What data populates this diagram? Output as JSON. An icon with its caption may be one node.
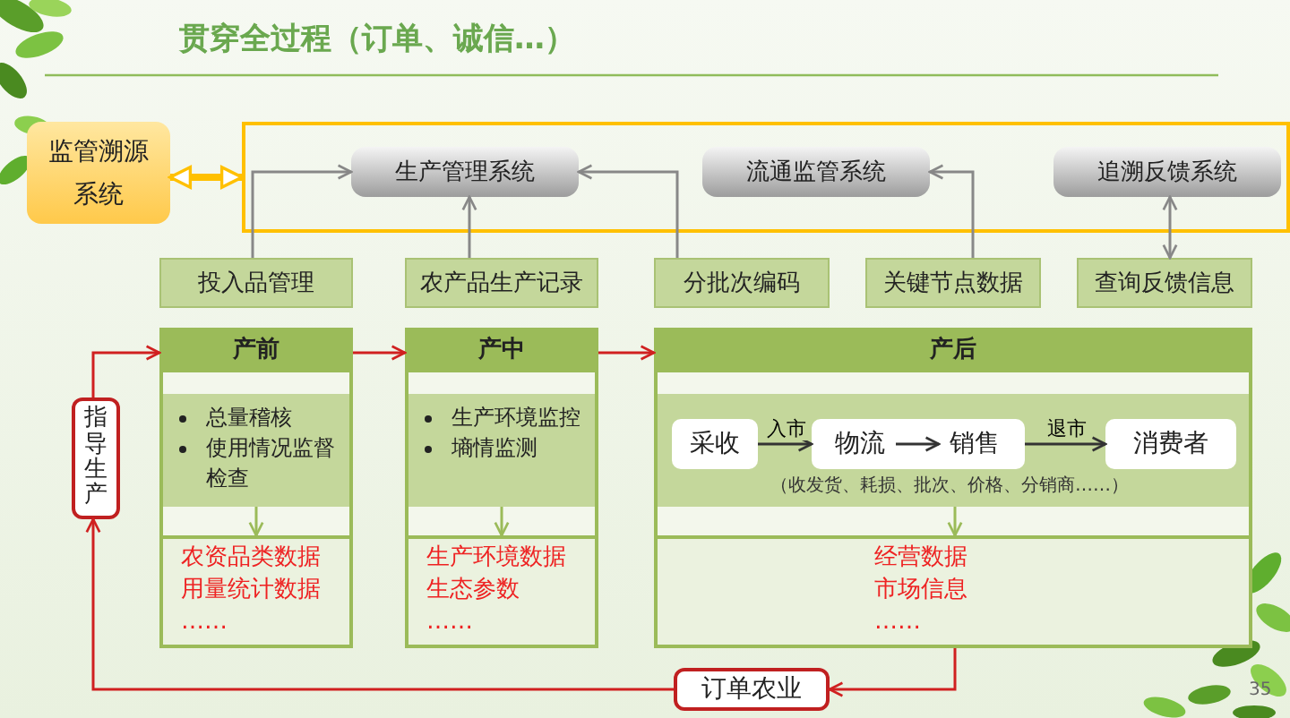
{
  "diagram": {
    "title": "贯穿全过程（订单、诚信…）",
    "nodes": [
      {
        "text": [
          "监管溯源系统"
        ]
      },
      {
        "text": [],
        "shape": "box"
      },
      {
        "text": [
          "生产管理系统"
        ],
        "in": 1
      },
      {
        "text": [
          "流通监管系统"
        ],
        "in": 1
      },
      {
        "text": [
          "追溯反馈系统"
        ],
        "in": 1
      },
      {
        "text": [
          "投入品管理"
        ]
      },
      {
        "text": [
          "农产品生产记录"
        ]
      },
      {
        "text": [
          "分批次编码"
        ]
      },
      {
        "text": [
          "关键节点数据"
        ]
      },
      {
        "text": [
          "查询反馈信息"
        ]
      },
      {
        "text": [
          "指导生产"
        ]
      },
      {
        "text": [
          "产前"
        ]
      },
      {
        "text": [
          "总量稽核",
          "使用情况监督检查"
        ],
        "in": 11
      },
      {
        "text": [
          "农资品类数据",
          "用量统计数据",
          "……"
        ],
        "in": 11
      },
      {
        "text": [
          "产中"
        ]
      },
      {
        "text": [
          "生产环境监控",
          "墒情监测"
        ],
        "in": 14
      },
      {
        "text": [
          "生产环境数据",
          "生态参数",
          "……"
        ],
        "in": 14
      },
      {
        "text": [
          "产后"
        ]
      },
      {
        "text": [],
        "shape": "box",
        "in": 17
      },
      {
        "text": [
          "采收"
        ],
        "in": 18
      },
      {
        "text": [],
        "shape": "box",
        "in": 18
      },
      {
        "text": [
          "物流"
        ],
        "in": 20
      },
      {
        "text": [
          "销售"
        ],
        "in": 20
      },
      {
        "text": [
          "消费者"
        ],
        "in": 18
      },
      {
        "text": [
          "经营数据",
          "市场信息",
          "……"
        ],
        "in": 17
      },
      {
        "text": [
          "订单农业"
        ]
      }
    ],
    "edges": [
      {
        "from": 0,
        "to": 1,
        "arrow": "both",
        "style": "thick",
        "color": "#ffc000"
      },
      {
        "from": 5,
        "to": 2,
        "arrow": "to"
      },
      {
        "from": 6,
        "to": 2,
        "arrow": "to"
      },
      {
        "from": 7,
        "to": 2,
        "arrow": "to"
      },
      {
        "from": 8,
        "to": 3,
        "arrow": "to"
      },
      {
        "from": 4,
        "to": 9,
        "arrow": "both"
      },
      {
        "from": 10,
        "to": 11,
        "arrow": "to",
        "color": "#d02020"
      },
      {
        "from": 11,
        "to": 14,
        "arrow": "to",
        "color": "#d02020"
      },
      {
        "from": 14,
        "to": 17,
        "arrow": "to",
        "color": "#d02020"
      },
      {
        "from": 12,
        "to": 13,
        "arrow": "to",
        "color": "#9bbb59"
      },
      {
        "from": 15,
        "to": 16,
        "arrow": "to",
        "color": "#9bbb59"
      },
      {
        "from": 18,
        "to": 24,
        "arrow": "to",
        "color": "#9bbb59"
      },
      {
        "from": 19,
        "to": 20,
        "arrow": "to",
        "label": "入市",
        "color": "#333333"
      },
      {
        "from": 21,
        "to": 22,
        "arrow": "to",
        "color": "#333333"
      },
      {
        "from": 20,
        "to": 23,
        "arrow": "to",
        "label": "退市",
        "color": "#333333"
      },
      {
        "from": 17,
        "to": 25,
        "arrow": "to",
        "color": "#d02020"
      },
      {
        "from": 25,
        "to": 10,
        "arrow": "to",
        "color": "#d02020"
      }
    ],
    "labels": [
      "（收发货、耗损、批次、价格、分销商……）",
      "35"
    ]
  }
}
